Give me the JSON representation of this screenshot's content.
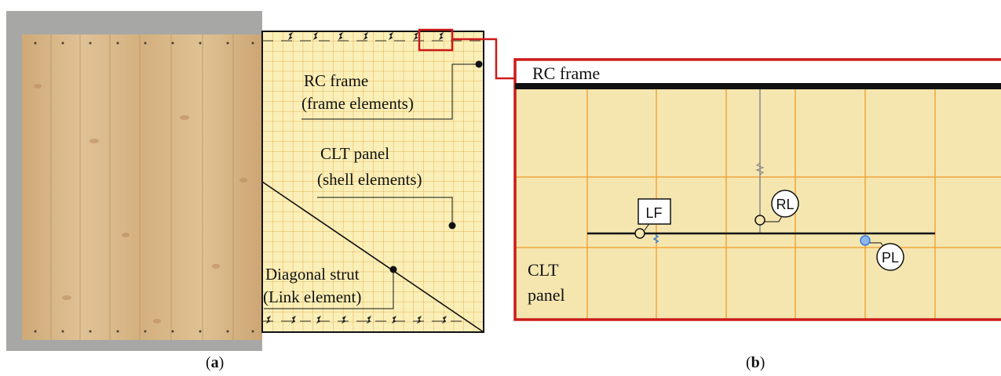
{
  "panel_a": {
    "labels": {
      "rc_frame": [
        "RC frame",
        "(frame elements)"
      ],
      "clt_panel": [
        "CLT panel",
        "(shell elements)"
      ],
      "diagonal": [
        "Diagonal strut",
        "(Link element)"
      ]
    },
    "caption": {
      "open": "(",
      "letter": "a",
      "close": ")"
    }
  },
  "panel_b": {
    "rc_frame_label": "RC frame",
    "clt_label": [
      "CLT",
      "panel"
    ],
    "tags": {
      "lf": "LF",
      "rl": "RL",
      "pl": "PL"
    },
    "caption": {
      "open": "(",
      "letter": "b",
      "close": ")"
    }
  },
  "colors": {
    "concrete": "#a7a7a5",
    "wood": "#d9b98a",
    "grid_fill": "#fbefb8",
    "grid_line": "#d6a43c",
    "detail_fill": "#f5e6b0",
    "detail_grid": "#f0a63a",
    "callout": "#cc1a1a",
    "spring": "#2f7de0"
  }
}
